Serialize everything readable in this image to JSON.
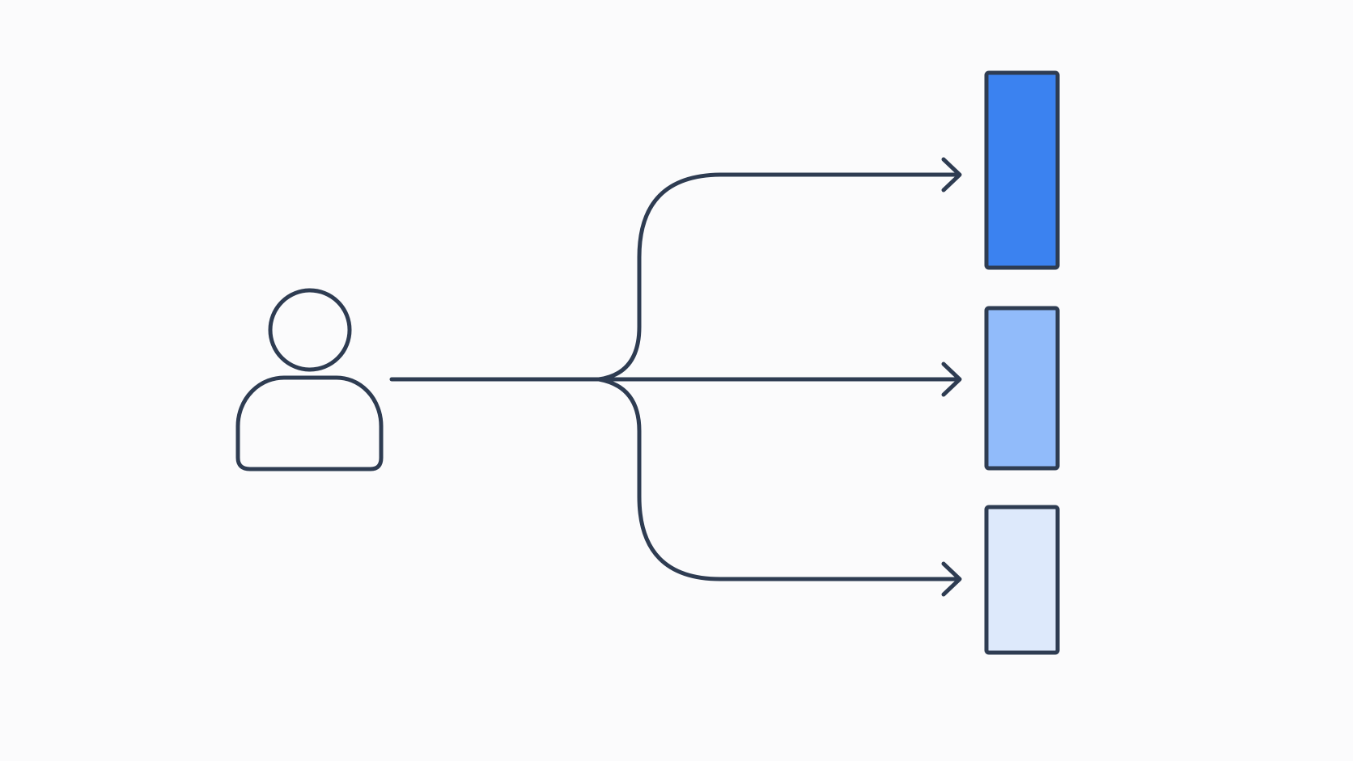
{
  "diagram": {
    "background": "#fbfbfc",
    "stroke_color": "#2e3c52",
    "source": {
      "icon": "user-icon"
    },
    "connector": {
      "icon": "branching-arrow-icon"
    },
    "targets": [
      {
        "icon": "rectangle",
        "fill": "#3b82f0"
      },
      {
        "icon": "rectangle",
        "fill": "#91bbfa"
      },
      {
        "icon": "rectangle",
        "fill": "#dde9fb"
      }
    ]
  }
}
